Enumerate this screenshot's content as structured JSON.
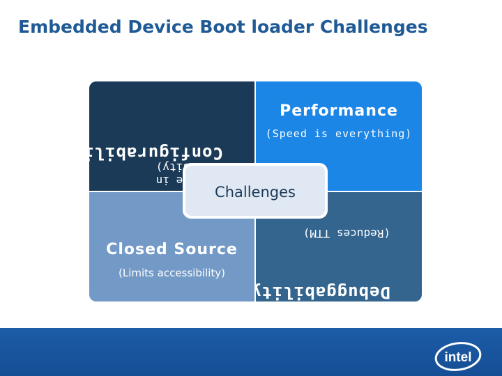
{
  "slide": {
    "title": "Embedded Device Boot loader Challenges"
  },
  "quadrants": {
    "top_left": {
      "heading": "Configurability",
      "subtext": "(Device in Diversity)",
      "orientation": "upside-down",
      "color": "#1b3a57"
    },
    "top_right": {
      "heading": "Performance",
      "subtext": "(Speed is everything)",
      "color": "#1c86e6"
    },
    "bottom_left": {
      "heading": "Closed Source",
      "subtext": "(Limits accessibility)",
      "color": "#7399c6"
    },
    "bottom_right": {
      "heading": "Debuggability",
      "subtext": "(Reduces TTM)",
      "orientation": "upside-down",
      "color": "#33658f"
    }
  },
  "center": {
    "label": "Challenges"
  },
  "footer": {
    "logo_text": "intel",
    "logo_icon": "intel-logo-icon",
    "color": "#1c5ca8"
  }
}
